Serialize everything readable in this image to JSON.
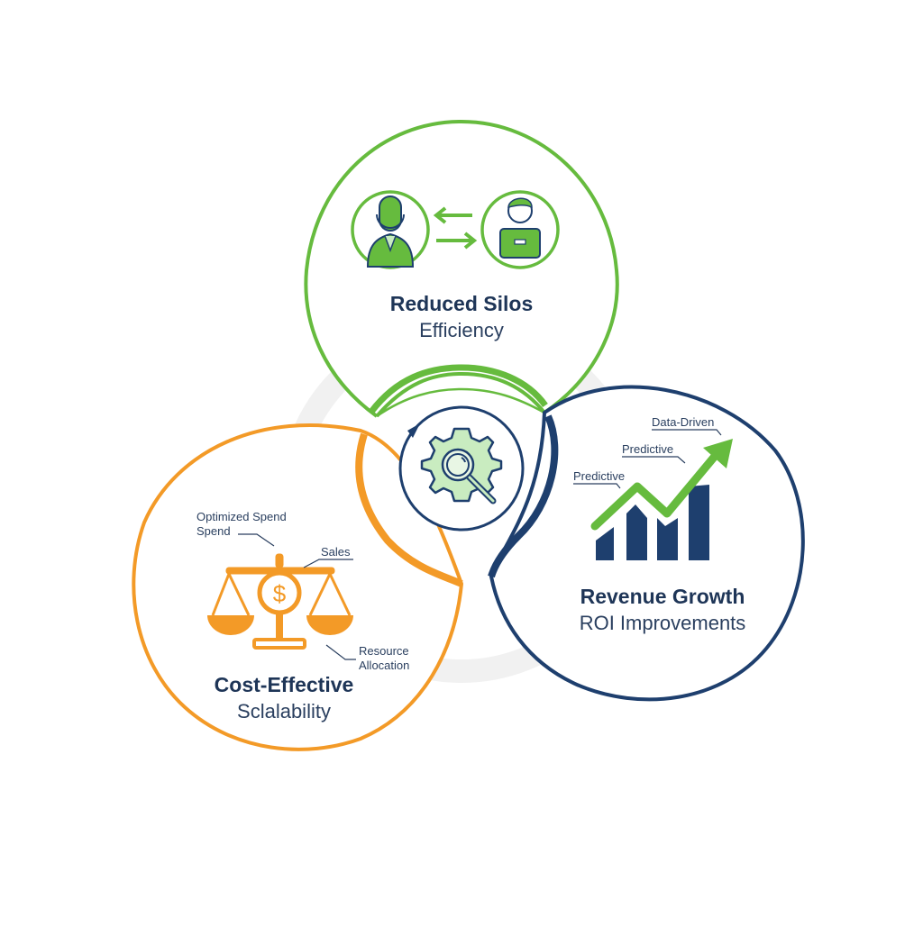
{
  "colors": {
    "green": "#66bb3e",
    "green_light": "#c9ecc0",
    "orange": "#f39a27",
    "navy": "#1e3f6e",
    "text": "#1e3557",
    "ring": "#f1f1f1"
  },
  "center": {
    "icon": "gear-magnifier-icon",
    "cycle_arrow": "cycle-arrow-icon"
  },
  "circles": {
    "top": {
      "title": "Reduced Silos",
      "subtitle": "Efficiency",
      "icons": [
        "person-headset-icon",
        "arrows-exchange-icon",
        "person-briefcase-icon"
      ]
    },
    "left": {
      "title": "Cost-Effective",
      "subtitle": "Sclalability",
      "icon": "balance-scale-dollar-icon",
      "callouts": {
        "optimized_line1": "Optimized Spend",
        "optimized_line2": "Spend",
        "sales": "Sales",
        "resource_line1": "Resource",
        "resource_line2": "Allocation"
      }
    },
    "right": {
      "title": "Revenue Growth",
      "subtitle": "ROI Improvements",
      "icon": "bar-chart-growth-icon",
      "callouts": {
        "data_driven": "Data-Driven",
        "predictive_upper": "Predictive",
        "predictive_lower": "Predictive"
      }
    }
  }
}
